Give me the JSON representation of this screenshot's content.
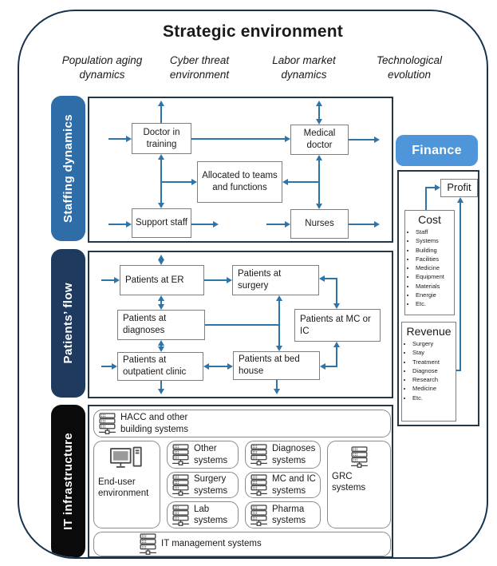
{
  "title": "Strategic environment",
  "environment_factors": [
    {
      "label": "Population aging dynamics"
    },
    {
      "label": "Cyber threat environment"
    },
    {
      "label": "Labor market dynamics"
    },
    {
      "label": "Technological evolution"
    }
  ],
  "staffing": {
    "tab": "Staffing dynamics",
    "boxes": {
      "doctor_in_training": "Doctor in training",
      "medical_doctor": "Medical doctor",
      "allocated": "Allocated to teams and functions",
      "support_staff": "Support staff",
      "nurses": "Nurses"
    }
  },
  "patients": {
    "tab": "Patients’ flow",
    "boxes": {
      "er": "Patients at ER",
      "surgery": "Patients at surgery",
      "diagnoses": "Patients at diagnoses",
      "mc_ic": "Patients at MC or IC",
      "outpatient": "Patients at outpatient clinic",
      "bed_house": "Patients at bed house"
    }
  },
  "it": {
    "tab": "IT infrastructure",
    "boxes": {
      "hacc": "HACC and other building systems",
      "end_user": "End-user environment",
      "other": "Other systems",
      "surgery": "Surgery systems",
      "lab": "Lab systems",
      "diagnoses": "Diagnoses systems",
      "mc_ic": "MC and IC systems",
      "pharma": "Pharma systems",
      "grc": "GRC systems",
      "it_mgmt": "IT management systems"
    },
    "icons": {
      "server": "server-rack-icon",
      "end_user": "desktop-computer-icon"
    }
  },
  "finance": {
    "tab": "Finance",
    "profit": "Profit",
    "cost": {
      "title": "Cost",
      "items": [
        "Staff",
        "Systems",
        "Building",
        "Facilities",
        "Medicine",
        "Equipment",
        "Materials",
        "Energie",
        "Etc."
      ]
    },
    "revenue": {
      "title": "Revenue",
      "items": [
        "Surgery",
        "Stay",
        "Treatment",
        "Diagnose",
        "Research",
        "Medicine",
        "Etc."
      ]
    }
  },
  "colors": {
    "outer_border": "#16324F",
    "section_border": "#243746",
    "staffing_tab": "#2E6DA8",
    "patients_tab": "#1F3A5F",
    "it_tab": "#0A0A0A",
    "finance_button": "#4E95D9",
    "arrow": "#2E74A8"
  }
}
